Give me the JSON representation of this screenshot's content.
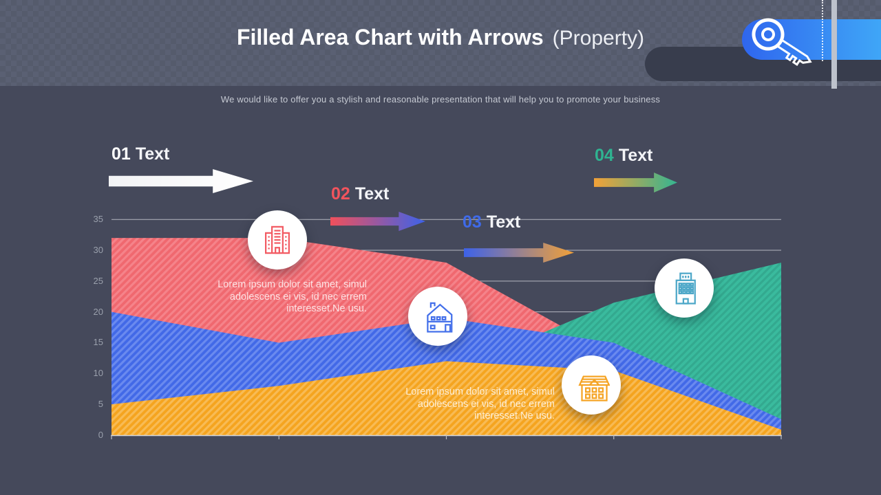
{
  "header": {
    "title_main": "Filled Area Chart with Arrows",
    "title_secondary": "(Property)",
    "subtitle": "We would like to offer you a stylish and reasonable presentation that will help you to promote your business"
  },
  "decor": {
    "key_icon": "key-icon",
    "pill_blue_gradient": [
      "#2f66ee",
      "#3fa6f7"
    ],
    "pill_dark_color": "#383d4d",
    "background_color": "#45495b"
  },
  "steps": [
    {
      "num": "01",
      "label": "Text",
      "num_color": "#ffffff",
      "arrow_from": "#f2f3f5",
      "arrow_to": "#ffffff"
    },
    {
      "num": "02",
      "label": "Text",
      "num_color": "#f2545d",
      "arrow_from": "#f0505b",
      "arrow_to": "#3d62e9"
    },
    {
      "num": "03",
      "label": "Text",
      "num_color": "#3f6ae9",
      "arrow_from": "#3d62e9",
      "arrow_to": "#f2a138"
    },
    {
      "num": "04",
      "label": "Text",
      "num_color": "#2fb391",
      "arrow_from": "#f2a138",
      "arrow_to": "#35b591"
    }
  ],
  "callouts": [
    {
      "lines": [
        "Lorem ipsum dolor sit amet, simul",
        "adolescens ei vis, id nec errem",
        "interesset.Ne usu."
      ]
    },
    {
      "lines": [
        "Lorem ipsum dolor sit amet, simul",
        "adolescens ei vis, id nec errem",
        "interesset.Ne usu."
      ]
    }
  ],
  "icon_badges": [
    {
      "icon": "office-building-icon",
      "color": "#f25b63"
    },
    {
      "icon": "house-icon",
      "color": "#4470ea"
    },
    {
      "icon": "mansion-icon",
      "color": "#f5a425"
    },
    {
      "icon": "apartment-building-icon",
      "color": "#4da7c8"
    }
  ],
  "chart_data": {
    "type": "area",
    "x": [
      1,
      2,
      3,
      4,
      5
    ],
    "xticklabels": "none",
    "series": [
      {
        "name": "red",
        "color": "#f0686f",
        "stripe": "#f5838a",
        "values": [
          32,
          32,
          28,
          13,
          8
        ]
      },
      {
        "name": "green",
        "color": "#3abb9e",
        "stripe": "#33a98f",
        "values": [
          1,
          4,
          10,
          21.5,
          28
        ]
      },
      {
        "name": "blue",
        "color": "#4269e7",
        "stripe": "#6a8aef",
        "values": [
          20,
          15,
          19,
          15,
          2.6
        ]
      },
      {
        "name": "orange",
        "color": "#f5a41f",
        "stripe": "#f8bb55",
        "values": [
          5,
          8,
          12,
          10.5,
          0.9
        ]
      }
    ],
    "ylim": [
      0,
      35
    ],
    "yticks": [
      0,
      5,
      10,
      15,
      20,
      25,
      30,
      35
    ],
    "grid": true,
    "legend": "none",
    "hatch": "diagonal-stripes",
    "overlap_order_front_to_back": [
      "orange",
      "blue",
      "green",
      "red"
    ]
  }
}
